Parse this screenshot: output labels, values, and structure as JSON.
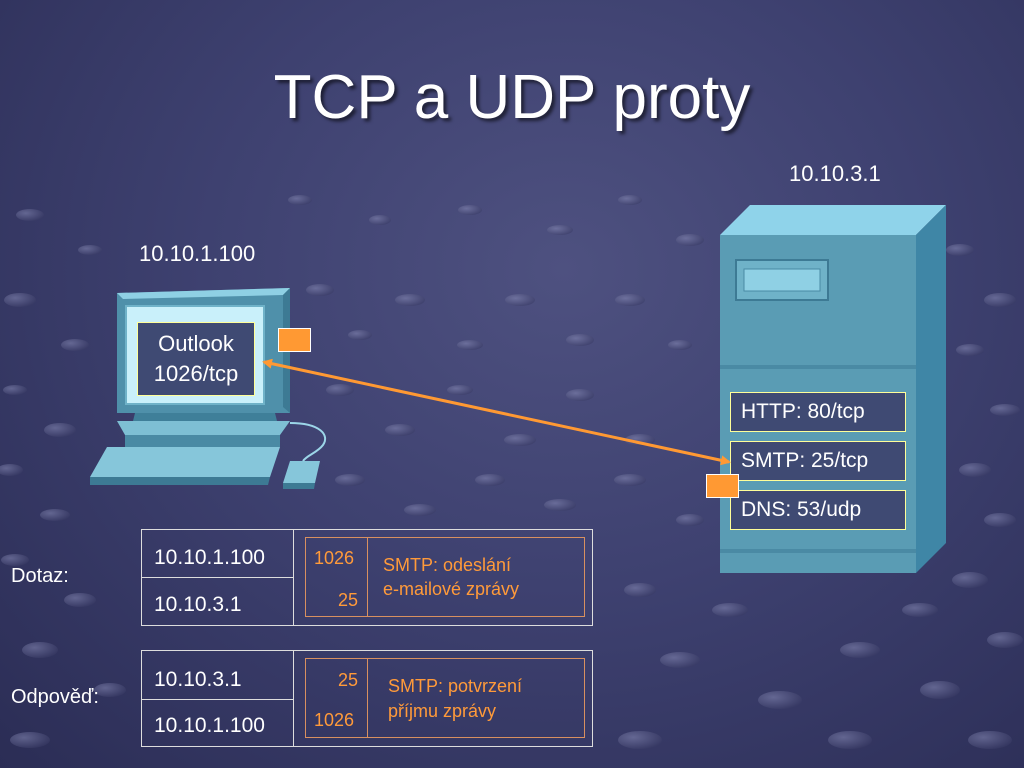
{
  "title": "TCP a UDP proty",
  "client": {
    "ip": "10.10.1.100",
    "app_line1": "Outlook",
    "app_line2": "1026/tcp"
  },
  "server": {
    "ip": "10.10.3.1",
    "services": [
      "HTTP: 80/tcp",
      "SMTP: 25/tcp",
      "DNS: 53/udp"
    ]
  },
  "query": {
    "label": "Dotaz:",
    "src_ip": "10.10.1.100",
    "dst_ip": "10.10.3.1",
    "src_port": "1026",
    "dst_port": "25",
    "desc_line1": "SMTP: odeslání",
    "desc_line2": "e-mailové zprávy"
  },
  "response": {
    "label": "Odpověď:",
    "src_ip": "10.10.3.1",
    "dst_ip": "10.10.1.100",
    "src_port": "25",
    "dst_port": "1026",
    "desc_line1": "SMTP: potvrzení",
    "desc_line2": "příjmu zprávy"
  },
  "colors": {
    "accent": "#ff9933",
    "highlight_border": "#ffff99",
    "device": "#5a9cb4"
  }
}
